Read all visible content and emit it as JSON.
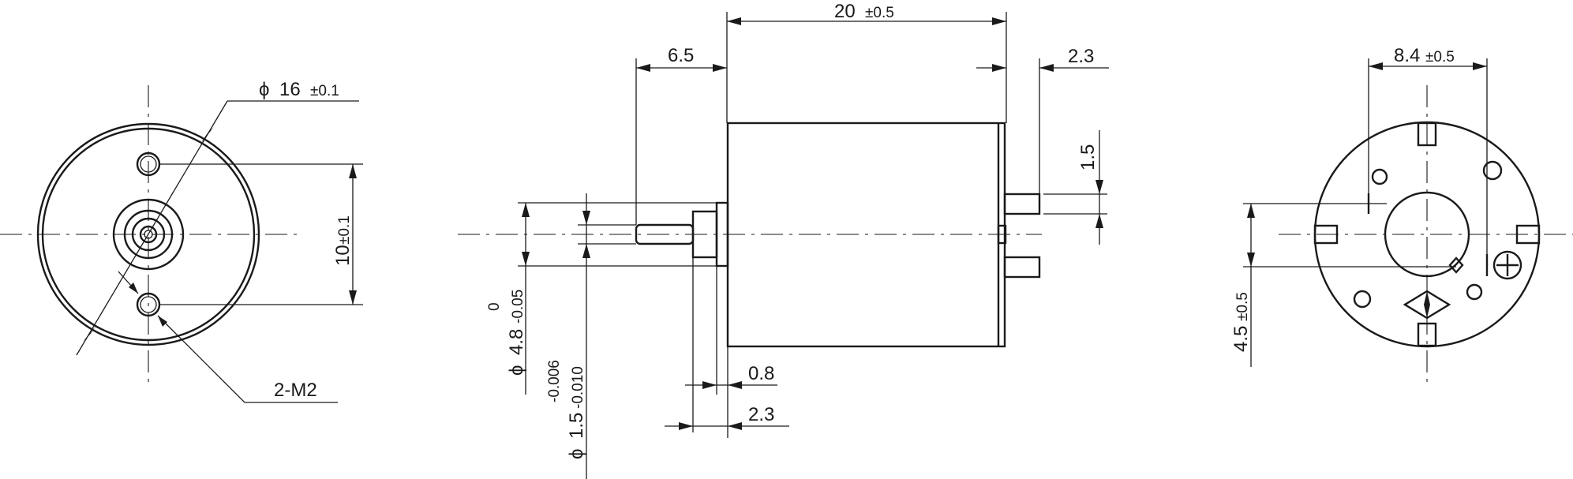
{
  "front_view": {
    "diameter_label": "16",
    "diameter_tolerance": "±0.1",
    "hole_spacing_label": "10",
    "hole_spacing_tolerance": "±0.1",
    "mounting_holes_label": "2-M2"
  },
  "side_view": {
    "length_label": "20",
    "length_tolerance": "±0.5",
    "shaft_length_label": "6.5",
    "terminal_length_label": "2.3",
    "terminal_width_label": "1.5",
    "flange_thickness_label": "0.8",
    "boss_length_label": "2.3",
    "boss_diameter_label": "4.8",
    "boss_tolerance_upper": "0",
    "boss_tolerance_lower": "-0.05",
    "shaft_diameter_label": "1.5",
    "shaft_tolerance_upper": "-0.006",
    "shaft_tolerance_lower": "-0.010"
  },
  "rear_view": {
    "terminal_spacing_label": "8.4",
    "terminal_spacing_tolerance": "±0.5",
    "offset_label": "4.5",
    "offset_tolerance": "±0.5"
  },
  "symbols": {
    "diameter_symbol": "ϕ"
  }
}
